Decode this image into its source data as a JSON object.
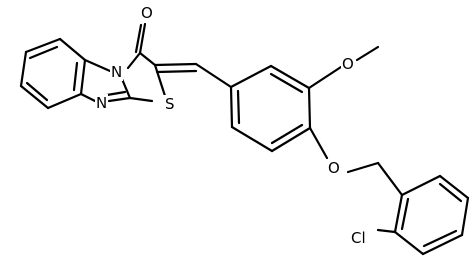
{
  "molecule": {
    "atoms": {
      "carbonyl_oxygen": "O",
      "imidazole_nitrogen_fused": "N",
      "imidazole_nitrogen": "N",
      "thiazole_sulfur": "S",
      "methoxy_oxygen": "O",
      "benzyl_ether_oxygen": "O",
      "chlorine": "Cl"
    }
  }
}
